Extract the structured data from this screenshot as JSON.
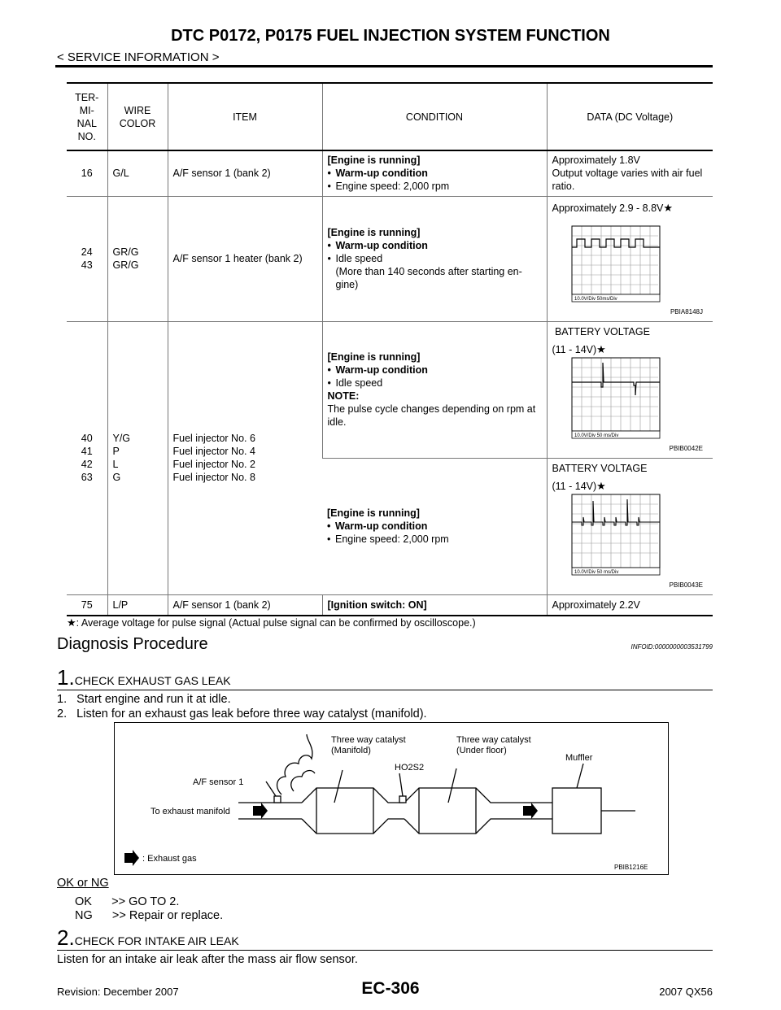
{
  "header": {
    "title": "DTC P0172, P0175 FUEL INJECTION SYSTEM FUNCTION",
    "subtitle": "< SERVICE INFORMATION >"
  },
  "table": {
    "headers": [
      "TER-\nMI-\nNAL\nNO.",
      "WIRE\nCOLOR",
      "ITEM",
      "CONDITION",
      "DATA (DC Voltage)"
    ],
    "rows": [
      {
        "terminal": "16",
        "wire": "G/L",
        "item": "A/F sensor 1 (bank 2)",
        "cond_title": "[Engine is running]",
        "cond_bullets": [
          "Warm-up condition",
          "Engine speed: 2,000 rpm"
        ],
        "data": "Approximately 1.8V\nOutput voltage varies with air fuel ratio."
      },
      {
        "terminal": "24\n43",
        "wire": "GR/G\nGR/G",
        "item": "A/F sensor 1 heater (bank 2)",
        "cond_title": "[Engine is running]",
        "cond_bullets": [
          "Warm-up condition",
          "Idle speed"
        ],
        "cond_extra": "(More than 140 seconds after starting en-\ngine)",
        "data": "Approximately 2.9 - 8.8V",
        "scope_label": "10.0V/Div    50ms/Div",
        "fig_id": "PBIA8148J"
      },
      {
        "terminal": "40\n41\n42\n63",
        "wire": "Y/G\nP\nL\nG",
        "item": "Fuel injector No. 6\nFuel injector No. 4\nFuel injector No. 2\nFuel injector No. 8",
        "cond_title": "[Engine is running]",
        "cond_bullets": [
          "Warm-up condition",
          "Idle speed"
        ],
        "note_label": "NOTE:",
        "note_text": "The pulse cycle changes depending on rpm at idle.",
        "data_line1": " BATTERY VOLTAGE",
        "data_line2": "(11 - 14V)",
        "scope_label": "10.0V/Div    50 ms/Div",
        "fig_id": "PBIB0042E"
      },
      {
        "cond_title": "[Engine is running]",
        "cond_bullets": [
          "Warm-up condition",
          "Engine speed: 2,000 rpm"
        ],
        "data_line1": "BATTERY VOLTAGE",
        "data_line2": "(11 - 14V)",
        "scope_label": "10.0V/Div    50 ms/Div",
        "fig_id": "PBIB0043E"
      },
      {
        "terminal": "75",
        "wire": "L/P",
        "item": "A/F sensor 1 (bank 2)",
        "cond_title": "[Ignition switch: ON]",
        "data": "Approximately 2.2V"
      }
    ],
    "star": "★",
    "footnote": ": Average voltage for pulse signal (Actual pulse signal can be confirmed by oscilloscope.)"
  },
  "section": {
    "title": "Diagnosis Procedure",
    "id": "INFOID:0000000003531799"
  },
  "step1": {
    "num": "1.",
    "title": "CHECK EXHAUST GAS LEAK",
    "items": [
      "1.   Start engine and run it at idle.",
      "2.   Listen for an exhaust gas leak before three way catalyst (manifold)."
    ]
  },
  "figure": {
    "af_sensor": "A/F sensor 1",
    "twc_manifold": "Three way catalyst\n(Manifold)",
    "ho2s2": "HO2S2",
    "twc_under": "Three way catalyst\n(Under floor)",
    "muffler": "Muffler",
    "to_manifold": "To exhaust manifold",
    "legend": ": Exhaust gas",
    "fig_id": "PBIB1216E"
  },
  "result": {
    "label": "OK or NG",
    "ok": "OK      >> GO TO 2.",
    "ng": "NG      >> Repair or replace."
  },
  "step2": {
    "num": "2.",
    "title": "CHECK FOR INTAKE AIR LEAK",
    "text": "Listen for an intake air leak after the mass air flow sensor."
  },
  "footer": {
    "revision": "Revision: December 2007",
    "page": "EC-306",
    "model": "2007 QX56"
  }
}
